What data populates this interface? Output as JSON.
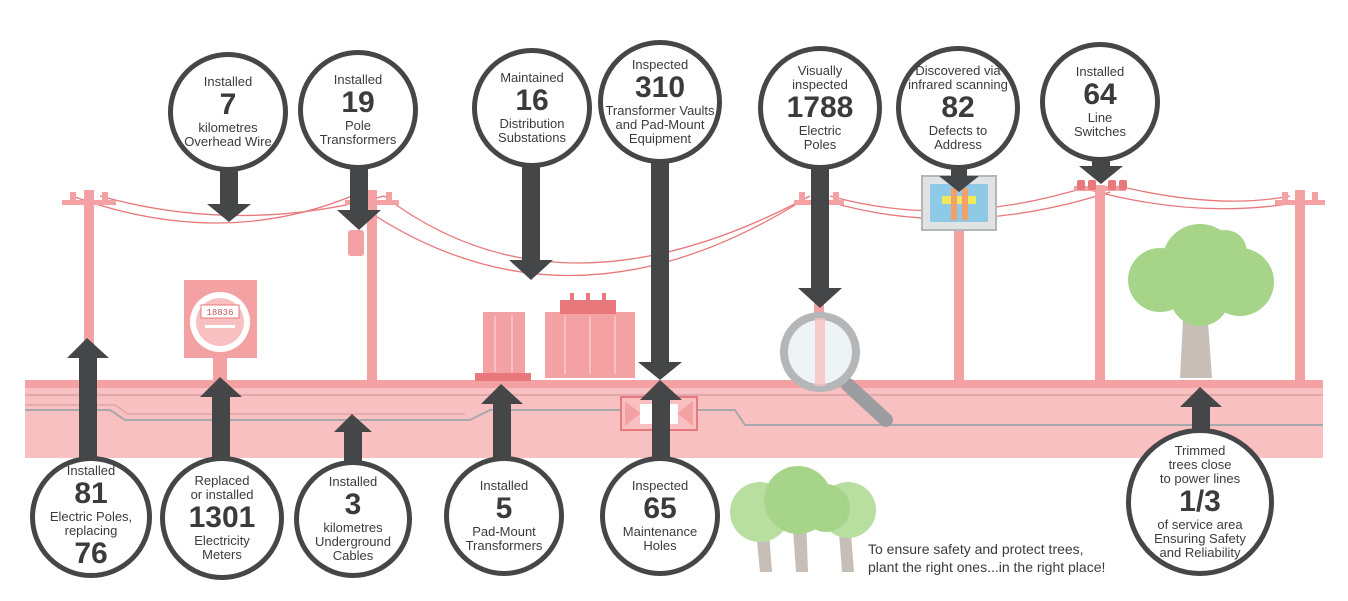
{
  "colors": {
    "infrastructure": "#f4a1a4",
    "infrastructure_dark": "#e8787c",
    "ground": "#f9c0c2",
    "arrow": "#454648",
    "tree_green": "#a6d58a",
    "tree_trunk": "#c7bfb7"
  },
  "meter": {
    "reading": "18836"
  },
  "bubbles": [
    {
      "id": "overhead-wire",
      "lines": [
        "Installed",
        "7",
        "kilometres",
        "Overhead Wire"
      ]
    },
    {
      "id": "pole-transformers",
      "lines": [
        "Installed",
        "19",
        "Pole",
        "Transformers"
      ]
    },
    {
      "id": "distribution-substations",
      "lines": [
        "Maintained",
        "16",
        "Distribution",
        "Substations"
      ]
    },
    {
      "id": "transformer-vaults",
      "lines": [
        "Inspected",
        "310",
        "Transformer Vaults",
        "and Pad-Mount",
        "Equipment"
      ]
    },
    {
      "id": "electric-poles-inspected",
      "lines": [
        "Visually",
        "inspected",
        "1788",
        "Electric",
        "Poles"
      ]
    },
    {
      "id": "infrared-defects",
      "lines": [
        "Discovered via",
        "infrared scanning",
        "82",
        "Defects to",
        "Address"
      ]
    },
    {
      "id": "line-switches",
      "lines": [
        "Installed",
        "64",
        "Line",
        "Switches"
      ]
    },
    {
      "id": "electric-poles-installed",
      "lines": [
        "Installed",
        "81",
        "Electric Poles,",
        "replacing",
        "76"
      ]
    },
    {
      "id": "electricity-meters",
      "lines": [
        "Replaced",
        "or installed",
        "1301",
        "Electricity",
        "Meters"
      ]
    },
    {
      "id": "underground-cables",
      "lines": [
        "Installed",
        "3",
        "kilometres",
        "Underground",
        "Cables"
      ]
    },
    {
      "id": "pad-mount-transformers",
      "lines": [
        "Installed",
        "5",
        "Pad-Mount",
        "Transformers"
      ]
    },
    {
      "id": "maintenance-holes",
      "lines": [
        "Inspected",
        "65",
        "Maintenance",
        "Holes"
      ]
    },
    {
      "id": "trimmed-trees",
      "lines": [
        "Trimmed",
        "trees close",
        "to power lines",
        "1/3",
        "of service area",
        "Ensuring Safety",
        "and Reliability"
      ]
    }
  ],
  "caption": {
    "line1": "To ensure safety and protect trees,",
    "line2": "plant the right ones...in the right place!"
  }
}
